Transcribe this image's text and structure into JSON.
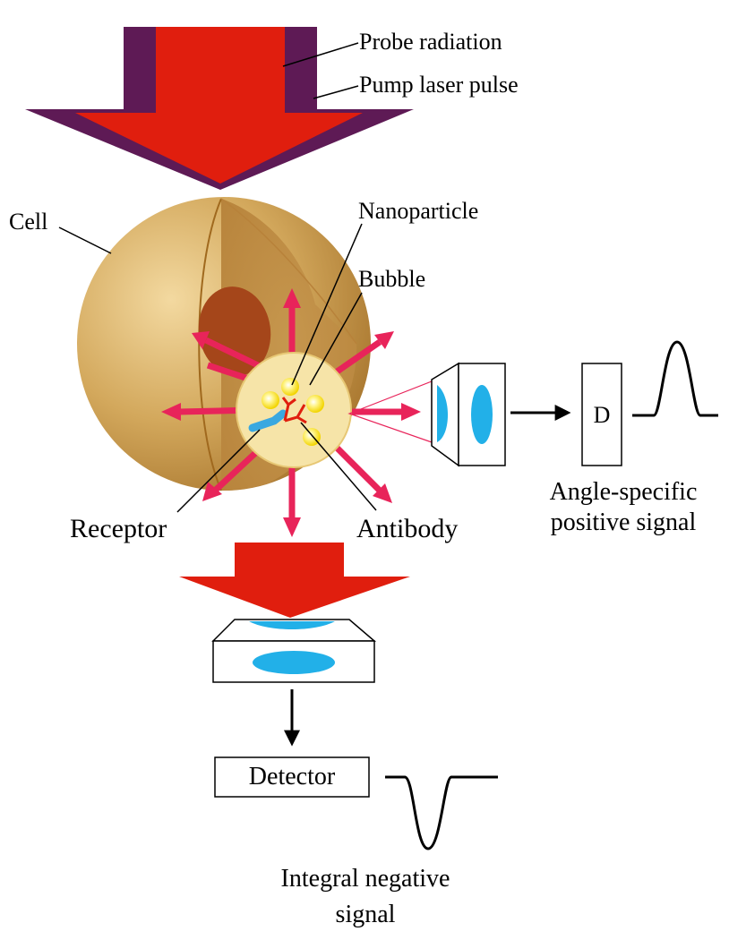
{
  "labels": {
    "probe_radiation": "Probe radiation",
    "pump_laser_pulse": "Pump laser pulse",
    "cell": "Cell",
    "nanoparticle": "Nanoparticle",
    "bubble": "Bubble",
    "receptor": "Receptor",
    "antibody": "Antibody",
    "side_detector": "D",
    "angle_signal_line1": "Angle-specific",
    "angle_signal_line2": "positive signal",
    "detector": "Detector",
    "integral_signal_line1": "Integral negative",
    "integral_signal_line2": "signal"
  },
  "colors": {
    "pump_pulse": "#5e1a55",
    "probe_beam": "#e01e0e",
    "cell_body": "#c79b4f",
    "cell_nucleus": "#a5461a",
    "bubble": "#f6e4a8",
    "nanoparticle": "#fff04a",
    "scatter_arrows": "#e8245a",
    "lens": "#22b0e8",
    "receptor": "#3aa8e0"
  }
}
